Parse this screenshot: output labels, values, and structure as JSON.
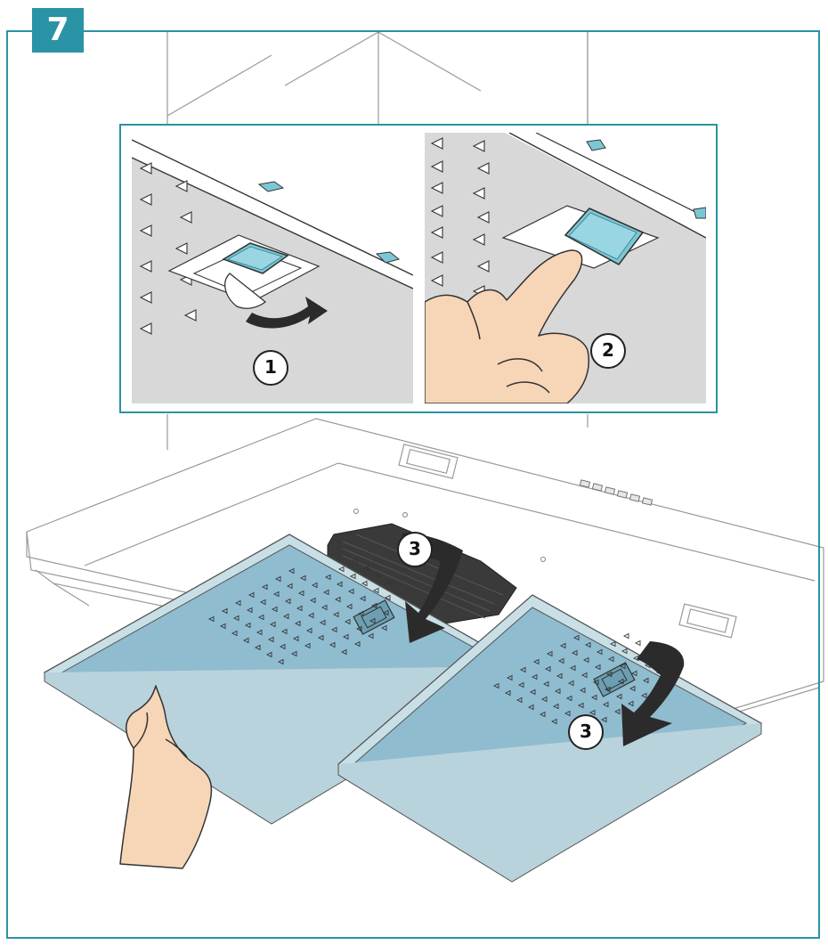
{
  "step": {
    "number": "7"
  },
  "callouts": {
    "c1": "1",
    "c2": "2",
    "c3a": "3",
    "c3b": "3"
  },
  "colors": {
    "accent": "#2a93a6",
    "filter": "#8fbccf",
    "filter_edge": "#c9dfe6",
    "panel_gray": "#d8d8d8",
    "skin": "#f7d6b8",
    "sensor": "#7cc7d6"
  },
  "icons": [
    "arrow-curved-right-icon",
    "arrow-down-curved-icon",
    "hand-icon",
    "finger-icon",
    "triangle-perforation-icon"
  ]
}
